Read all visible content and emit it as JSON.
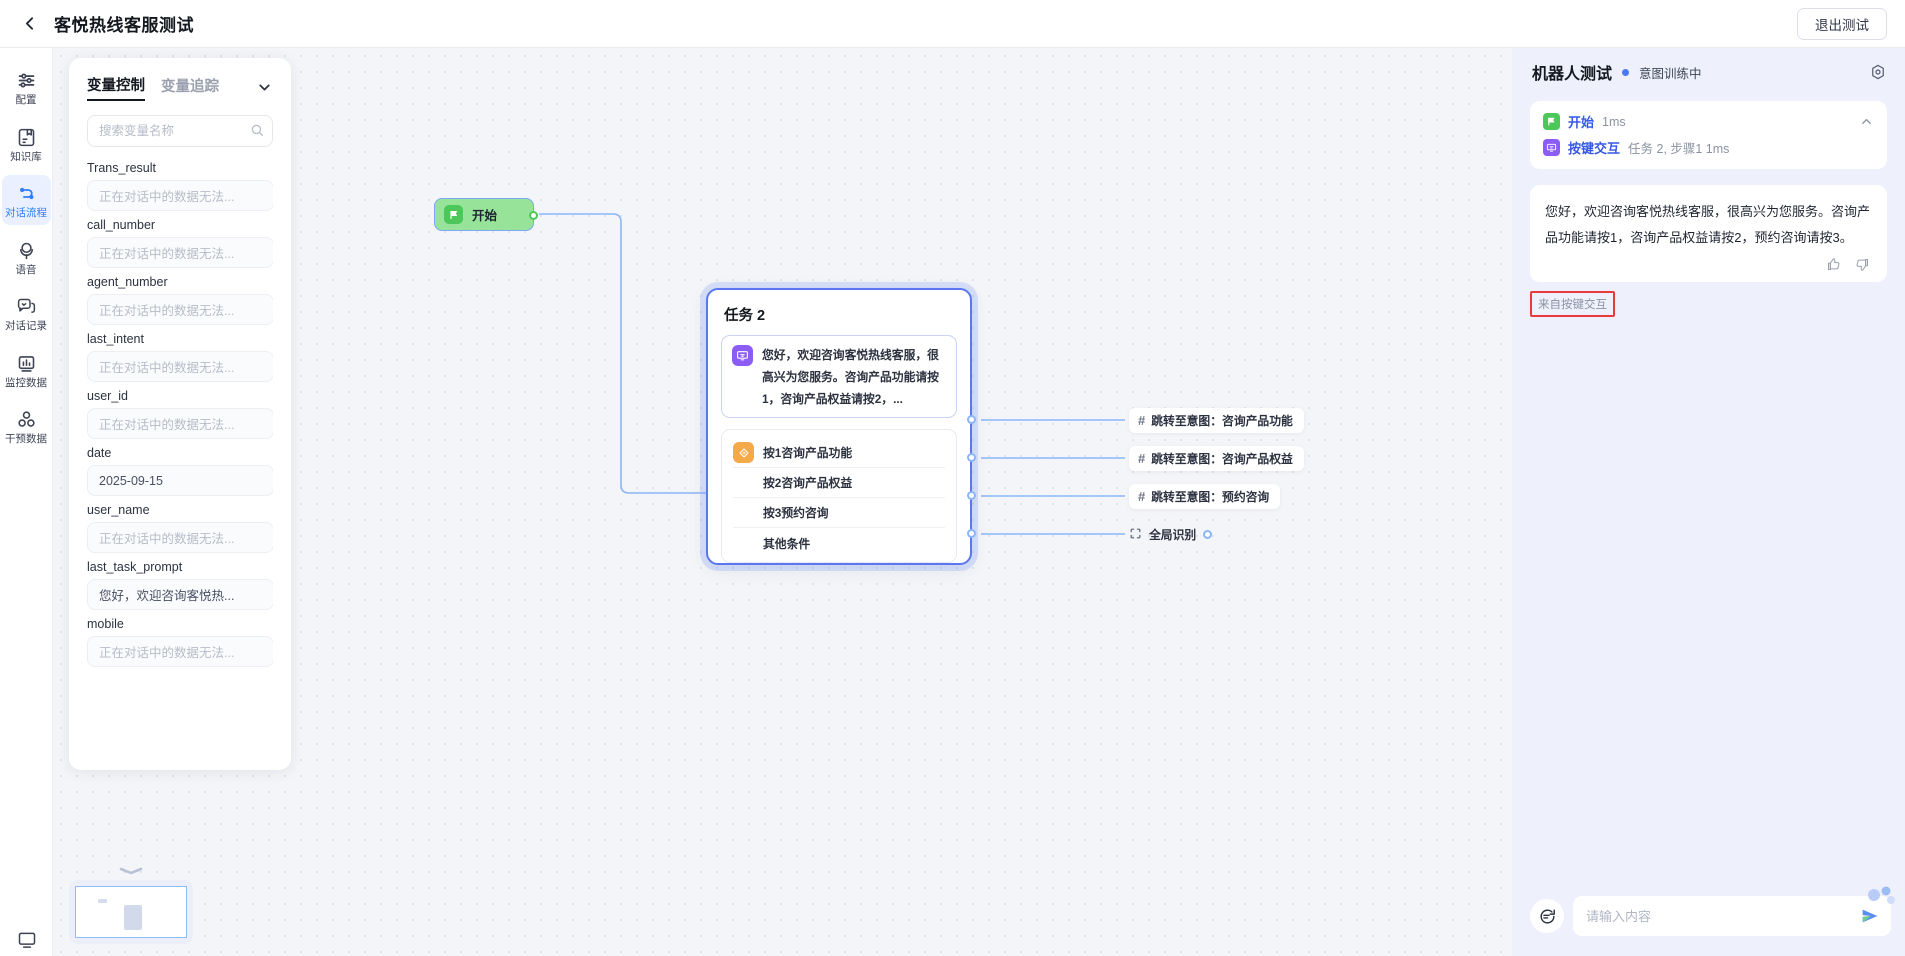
{
  "topbar": {
    "back_icon": "chevron-left-icon",
    "title": "客悦热线客服测试",
    "exit_label": "退出测试"
  },
  "rail": {
    "items": [
      {
        "label": "配置",
        "icon": "sliders-icon",
        "active": false
      },
      {
        "label": "知识库",
        "icon": "book-icon",
        "active": false
      },
      {
        "label": "对话流程",
        "icon": "flow-icon",
        "active": true
      },
      {
        "label": "语音",
        "icon": "microphone-icon",
        "active": false
      },
      {
        "label": "对话记录",
        "icon": "chat-bubble-icon",
        "active": false
      },
      {
        "label": "监控数据",
        "icon": "bar-chart-icon",
        "active": false
      },
      {
        "label": "干预数据",
        "icon": "group-icon",
        "active": false
      }
    ],
    "bottom_icon": "monitor-icon"
  },
  "variable_panel": {
    "tabs": [
      {
        "label": "变量控制",
        "active": true
      },
      {
        "label": "变量追踪",
        "active": false
      }
    ],
    "collapse_icon": "chevron-down-icon",
    "search": {
      "placeholder": "搜索变量名称",
      "value": "",
      "icon": "search-icon"
    },
    "empty_placeholder": "正在对话中的数据无法...",
    "variables": [
      {
        "name": "Trans_result",
        "value": "",
        "placeholder": "正在对话中的数据无法..."
      },
      {
        "name": "call_number",
        "value": "",
        "placeholder": "正在对话中的数据无法..."
      },
      {
        "name": "agent_number",
        "value": "",
        "placeholder": "正在对话中的数据无法..."
      },
      {
        "name": "last_intent",
        "value": "",
        "placeholder": "正在对话中的数据无法..."
      },
      {
        "name": "user_id",
        "value": "",
        "placeholder": "正在对话中的数据无法..."
      },
      {
        "name": "date",
        "value": "2025-09-15",
        "placeholder": ""
      },
      {
        "name": "user_name",
        "value": "",
        "placeholder": "正在对话中的数据无法..."
      },
      {
        "name": "last_task_prompt",
        "value": "您好，欢迎咨询客悦热...",
        "placeholder": ""
      },
      {
        "name": "mobile",
        "value": "",
        "placeholder": "正在对话中的数据无法..."
      }
    ]
  },
  "canvas": {
    "start_node": {
      "label": "开始",
      "icon": "flag-icon"
    },
    "task_node": {
      "title": "任务 2",
      "message": {
        "icon": "tts-message-icon",
        "text": "您好，欢迎咨询客悦热线客服，很高兴为您服务。咨询产品功能请按1，咨询产品权益请按2，..."
      },
      "branches": [
        {
          "label": "按1咨询产品功能",
          "icon": "branch-icon"
        },
        {
          "label": "按2咨询产品权益",
          "icon": ""
        },
        {
          "label": "按3预约咨询",
          "icon": ""
        },
        {
          "label": "其他条件",
          "icon": ""
        }
      ]
    },
    "jumps": [
      {
        "icon": "hash-icon",
        "label": "跳转至意图：咨询产品功能"
      },
      {
        "icon": "hash-icon",
        "label": "跳转至意图：咨询产品权益"
      },
      {
        "icon": "hash-icon",
        "label": "跳转至意图：预约咨询"
      }
    ],
    "global": {
      "icon": "scan-icon",
      "label": "全局识别"
    },
    "minimap": {
      "handle_icon": "collapse-handle-icon"
    }
  },
  "test_panel": {
    "title": "机器人测试",
    "status": "意图训练中",
    "status_color": "#4a78f5",
    "gear_icon": "settings-icon",
    "trace": {
      "collapse_icon": "chevron-up-icon",
      "rows": [
        {
          "icon": "flag-icon",
          "name": "开始",
          "meta": "1ms"
        },
        {
          "icon": "key-press-icon",
          "name": "按键交互",
          "meta": "任务 2, 步骤1 1ms"
        }
      ]
    },
    "message": {
      "text": "您好，欢迎咨询客悦热线客服，很高兴为您服务。咨询产品功能请按1，咨询产品权益请按2，预约咨询请按3。",
      "like_icon": "thumbs-up-icon",
      "dislike_icon": "thumbs-down-icon",
      "source_tag": "来自按键交互",
      "source_tag_border_color": "#e8393b"
    },
    "footer": {
      "refresh_icon": "restart-chat-icon",
      "input_placeholder": "请输入内容",
      "input_value": "",
      "send_icon": "send-icon"
    }
  }
}
